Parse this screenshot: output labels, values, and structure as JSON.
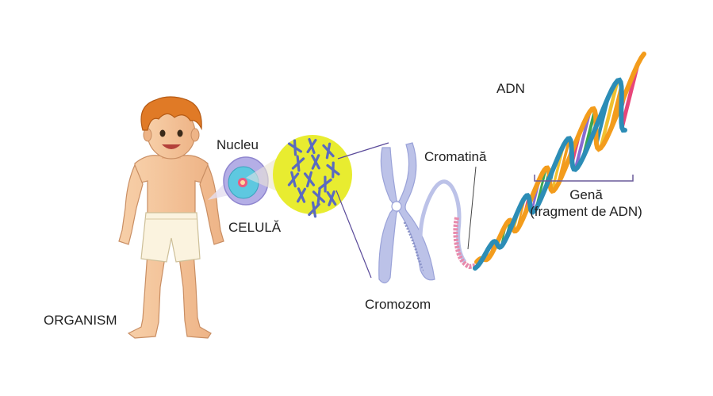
{
  "labels": {
    "organism": "ORGANISM",
    "nucleus": "Nucleu",
    "cell": "CELULĂ",
    "chromosome": "Cromozom",
    "chromatin": "Cromatină",
    "dna": "ADN",
    "gene": "Genă",
    "gene_note": "(fragment de ADN)"
  },
  "colors": {
    "skin": "#f4c39a",
    "hair": "#e07a26",
    "shorts": "#fbf3df",
    "cell": "#b4aee6",
    "nucleus": "#5ec8e0",
    "nucleus_core": "#ef5a7d",
    "zoom_cone": "#f0eaa0",
    "zoom_circle": "#e8ec30",
    "chromosome": "#bcc2e8",
    "chromosome_small": "#5a6ac0",
    "chromatin": "#e88aac",
    "dna_strand_a": "#f39c1c",
    "dna_strand_b": "#2c8db6",
    "bracket": "#6a5a9a"
  }
}
